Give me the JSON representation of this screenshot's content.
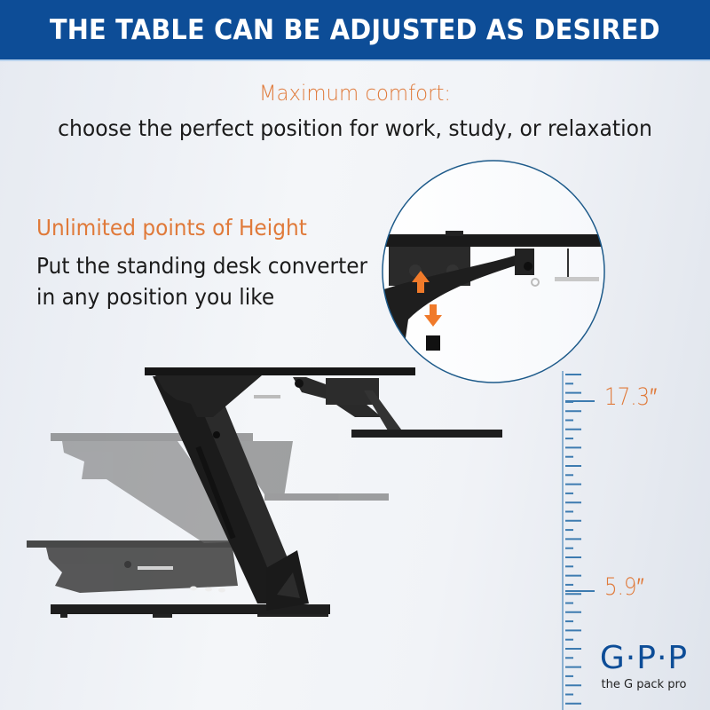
{
  "header": {
    "title": "THE TABLE CAN BE ADJUSTED AS DESIRED",
    "background_color": "#0d4d97"
  },
  "intro": {
    "accent_line": "Maximum comfort:",
    "main_line": "choose the perfect position for work, study, or relaxation"
  },
  "feature": {
    "title": "Unlimited points of Height",
    "body_lines": [
      "Put the standing desk converter",
      "in any position you like"
    ]
  },
  "detail_inset": {
    "icon_up": "arrow-up-icon",
    "icon_down": "arrow-down-icon",
    "arrow_color": "#f07a2a",
    "ring_color": "#1d5a8a"
  },
  "ruler": {
    "max_height_label": "17.3″",
    "min_height_label": "5.9″",
    "tick_color": "#3d7bb0"
  },
  "illustration": {
    "positions": [
      "raised",
      "middle",
      "lowered"
    ]
  },
  "brand": {
    "logo": "G·P·P",
    "tagline": "the  G pack pro"
  },
  "colors": {
    "accent": "#e07a3a",
    "text": "#1b1b1b",
    "brand": "#0d4d97"
  }
}
